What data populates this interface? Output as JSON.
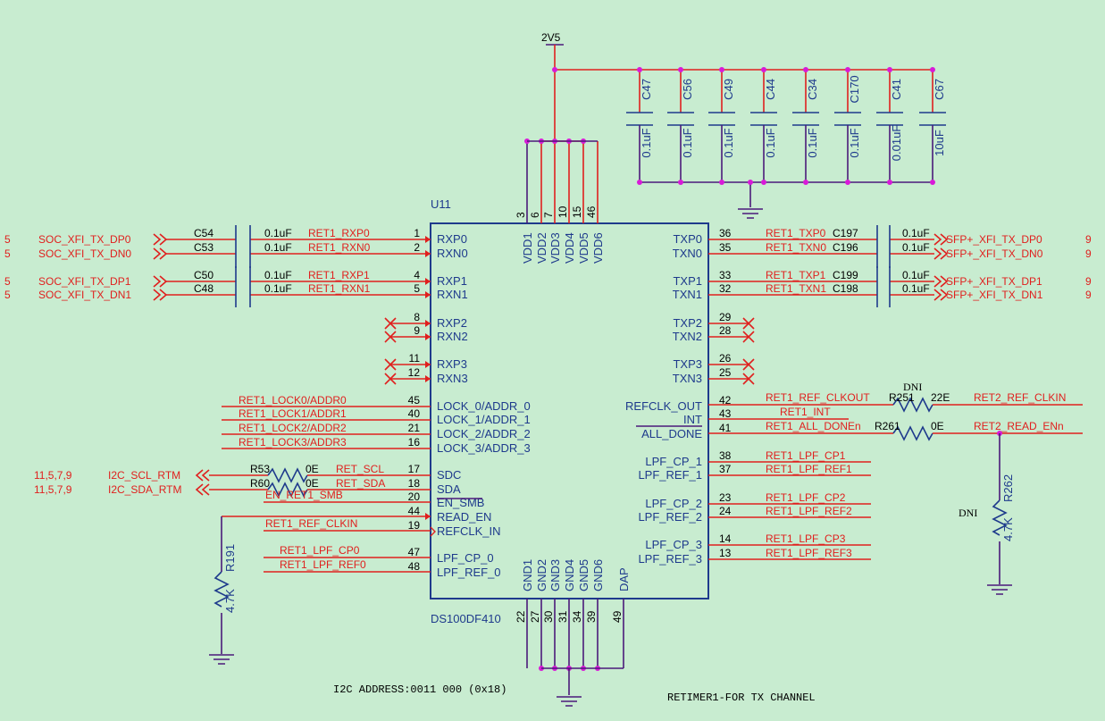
{
  "colors": {
    "background": "#c8ecd0",
    "net": "#e0201e",
    "part": "#1e3a8c",
    "junction": "#d81ad8"
  },
  "power": {
    "rail": "2V5"
  },
  "ic": {
    "ref": "U11",
    "part": "DS100DF410"
  },
  "vdd_pins": [
    {
      "name": "VDD1",
      "num": "3"
    },
    {
      "name": "VDD2",
      "num": "6"
    },
    {
      "name": "VDD3",
      "num": "7"
    },
    {
      "name": "VDD4",
      "num": "10"
    },
    {
      "name": "VDD5",
      "num": "15"
    },
    {
      "name": "VDD6",
      "num": "46"
    }
  ],
  "gnd_pins": [
    {
      "name": "GND1",
      "num": "22"
    },
    {
      "name": "GND2",
      "num": "27"
    },
    {
      "name": "GND3",
      "num": "30"
    },
    {
      "name": "GND4",
      "num": "31"
    },
    {
      "name": "GND5",
      "num": "34"
    },
    {
      "name": "GND6",
      "num": "39"
    },
    {
      "name": "DAP",
      "num": "49"
    }
  ],
  "decoupling_caps": [
    {
      "ref": "C47",
      "value": "0.1uF"
    },
    {
      "ref": "C56",
      "value": "0.1uF"
    },
    {
      "ref": "C49",
      "value": "0.1uF"
    },
    {
      "ref": "C44",
      "value": "0.1uF"
    },
    {
      "ref": "C34",
      "value": "0.1uF"
    },
    {
      "ref": "C170",
      "value": "0.1uF"
    },
    {
      "ref": "C41",
      "value": "0.01uF"
    },
    {
      "ref": "C67",
      "value": "10uF"
    }
  ],
  "left_pins": [
    {
      "name": "RXP0",
      "num": "1"
    },
    {
      "name": "RXN0",
      "num": "2"
    },
    {
      "name": "RXP1",
      "num": "4"
    },
    {
      "name": "RXN1",
      "num": "5"
    },
    {
      "name": "RXP2",
      "num": "8"
    },
    {
      "name": "RXN2",
      "num": "9"
    },
    {
      "name": "RXP3",
      "num": "11"
    },
    {
      "name": "RXN3",
      "num": "12"
    },
    {
      "name": "LOCK_0/ADDR_0",
      "num": "45"
    },
    {
      "name": "LOCK_1/ADDR_1",
      "num": "40"
    },
    {
      "name": "LOCK_2/ADDR_2",
      "num": "21"
    },
    {
      "name": "LOCK_3/ADDR_3",
      "num": "16"
    },
    {
      "name": "SDC",
      "num": "17"
    },
    {
      "name": "SDA",
      "num": "18"
    },
    {
      "name": "EN_SMB",
      "num": "20"
    },
    {
      "name": "READ_EN",
      "num": "44"
    },
    {
      "name": "REFCLK_IN",
      "num": "19"
    },
    {
      "name": "LPF_CP_0",
      "num": "47"
    },
    {
      "name": "LPF_REF_0",
      "num": "48"
    }
  ],
  "right_pins": [
    {
      "name": "TXP0",
      "num": "36"
    },
    {
      "name": "TXN0",
      "num": "35"
    },
    {
      "name": "TXP1",
      "num": "33"
    },
    {
      "name": "TXN1",
      "num": "32"
    },
    {
      "name": "TXP2",
      "num": "29"
    },
    {
      "name": "TXN2",
      "num": "28"
    },
    {
      "name": "TXP3",
      "num": "26"
    },
    {
      "name": "TXN3",
      "num": "25"
    },
    {
      "name": "REFCLK_OUT",
      "num": "42"
    },
    {
      "name": "INT",
      "num": "43"
    },
    {
      "name": "ALL_DONE",
      "num": "41"
    },
    {
      "name": "LPF_CP_1",
      "num": "38"
    },
    {
      "name": "LPF_REF_1",
      "num": "37"
    },
    {
      "name": "LPF_CP_2",
      "num": "23"
    },
    {
      "name": "LPF_REF_2",
      "num": "24"
    },
    {
      "name": "LPF_CP_3",
      "num": "14"
    },
    {
      "name": "LPF_REF_3",
      "num": "13"
    }
  ],
  "rx_inputs": [
    {
      "sheet": "5",
      "net": "SOC_XFI_TX_DP0",
      "cap": "C54",
      "value": "0.1uF",
      "local": "RET1_RXP0"
    },
    {
      "sheet": "5",
      "net": "SOC_XFI_TX_DN0",
      "cap": "C53",
      "value": "0.1uF",
      "local": "RET1_RXN0"
    },
    {
      "sheet": "5",
      "net": "SOC_XFI_TX_DP1",
      "cap": "C50",
      "value": "0.1uF",
      "local": "RET1_RXP1"
    },
    {
      "sheet": "5",
      "net": "SOC_XFI_TX_DN1",
      "cap": "C48",
      "value": "0.1uF",
      "local": "RET1_RXN1"
    }
  ],
  "tx_outputs": [
    {
      "local": "RET1_TXP0",
      "cap": "C197",
      "value": "0.1uF",
      "net": "SFP+_XFI_TX_DP0",
      "sheet": "9"
    },
    {
      "local": "RET1_TXN0",
      "cap": "C196",
      "value": "0.1uF",
      "net": "SFP+_XFI_TX_DN0",
      "sheet": "9"
    },
    {
      "local": "RET1_TXP1",
      "cap": "C199",
      "value": "0.1uF",
      "net": "SFP+_XFI_TX_DP1",
      "sheet": "9"
    },
    {
      "local": "RET1_TXN1",
      "cap": "C198",
      "value": "0.1uF",
      "net": "SFP+_XFI_TX_DN1",
      "sheet": "9"
    }
  ],
  "lock_nets": [
    "RET1_LOCK0/ADDR0",
    "RET1_LOCK1/ADDR1",
    "RET1_LOCK2/ADDR2",
    "RET1_LOCK3/ADDR3"
  ],
  "i2c": [
    {
      "sheets": "11,5,7,9",
      "net": "I2C_SCL_RTM",
      "res": "R53",
      "value": "0E",
      "local": "RET_SCL"
    },
    {
      "sheets": "11,5,7,9",
      "net": "I2C_SDA_RTM",
      "res": "R60",
      "value": "0E",
      "local": "RET_SDA"
    }
  ],
  "left_misc": {
    "en_smb": "EN_RET1_SMB",
    "refclk_in": "RET1_REF_CLKIN",
    "lpf_cp0": "RET1_LPF_CP0",
    "lpf_ref0": "RET1_LPF_REF0",
    "r191": "R191",
    "r191_value": "4.7K"
  },
  "right_misc": {
    "refclk_out": "RET1_REF_CLKOUT",
    "r251": "R251",
    "r251_value": "22E",
    "dni": "DNI",
    "ret2_clkin": "RET2_REF_CLKIN",
    "int": "RET1_INT",
    "all_done": "RET1_ALL_DONEn",
    "r261": "R261",
    "r261_value": "0E",
    "ret2_read": "RET2_READ_ENn",
    "r262": "R262",
    "r262_value": "4.7K",
    "dni2": "DNI",
    "lpf": [
      "RET1_LPF_CP1",
      "RET1_LPF_REF1",
      "RET1_LPF_CP2",
      "RET1_LPF_REF2",
      "RET1_LPF_CP3",
      "RET1_LPF_REF3"
    ]
  },
  "notes": {
    "i2c_address": "I2C ADDRESS:0011 000 (0x18)",
    "title": "RETIMER1-FOR TX CHANNEL"
  }
}
